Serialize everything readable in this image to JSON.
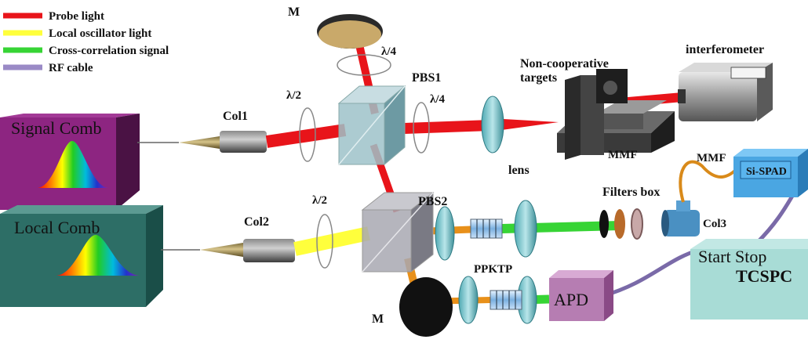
{
  "legend": [
    {
      "label": "Probe light",
      "color": "#e8141a"
    },
    {
      "label": "Local oscillator light",
      "color": "#ffff3c"
    },
    {
      "label": "Cross-correlation signal",
      "color": "#37d435"
    },
    {
      "label": "RF cable",
      "color": "#9a8ac6"
    }
  ],
  "labels": {
    "signal_comb": "Signal Comb",
    "local_comb": "Local Comb",
    "col1": "Col1",
    "col2": "Col2",
    "col3": "Col3",
    "hw_top": "λ/4",
    "hw1": "λ/2",
    "qw_right": "λ/4",
    "hw2": "λ/2",
    "pbs1": "PBS1",
    "pbs2": "PBS2",
    "mirror_top": "M",
    "mirror_bottom": "M",
    "lens": "lens",
    "targets_line1": "Non-cooperative",
    "targets_line2": "targets",
    "interferometer": "interferometer",
    "mmf_top": "MMF",
    "mmf_right": "MMF",
    "filters_box": "Filters box",
    "si_spad": "Si-SPAD",
    "ppktp": "PPKTP",
    "apd": "APD",
    "tcspc_line1": "Start Stop",
    "tcspc_line2": "TCSPC"
  }
}
